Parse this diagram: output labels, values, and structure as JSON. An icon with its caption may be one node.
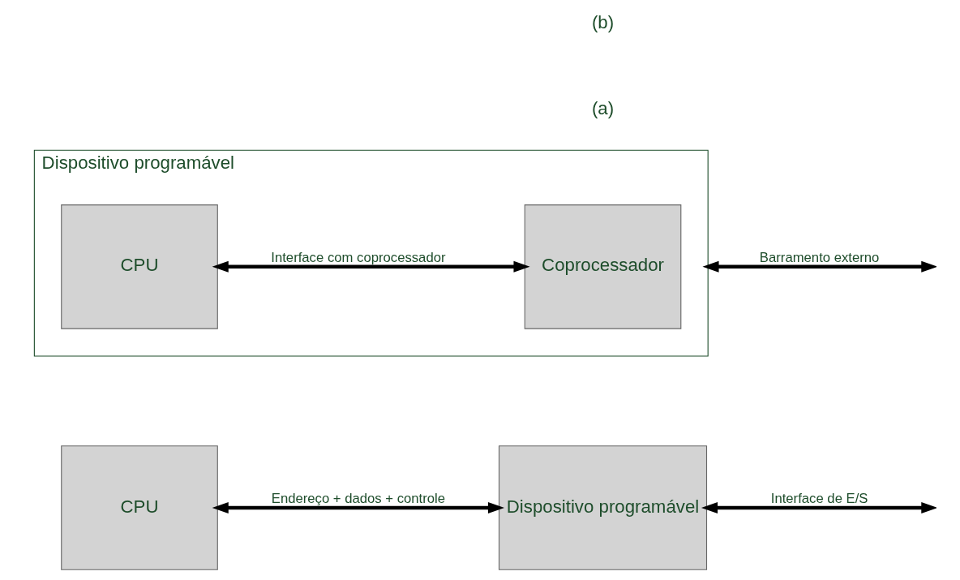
{
  "diagram": {
    "nodes": [
      {
        "text": [
          "CPU"
        ]
      },
      {
        "text": [
          "Dispositivo programável"
        ]
      },
      {
        "text": [
          "Dispositivo programável"
        ]
      },
      {
        "text": [
          "CPU"
        ],
        "in": 2
      },
      {
        "text": [
          "Coprocessador"
        ],
        "in": 2
      }
    ],
    "edges": [
      {
        "from": 0,
        "to": 1,
        "arrow": "both",
        "label": "Endereço + dados + controle"
      },
      {
        "from": 1,
        "to": null,
        "arrow": "both",
        "label": "Interface de E/S"
      },
      {
        "from": 3,
        "to": 4,
        "arrow": "both",
        "label": "Interface com coprocessador"
      },
      {
        "from": 2,
        "to": null,
        "arrow": "both",
        "label": "Barramento externo"
      }
    ],
    "labels": [
      "(a)",
      "(b)"
    ]
  }
}
